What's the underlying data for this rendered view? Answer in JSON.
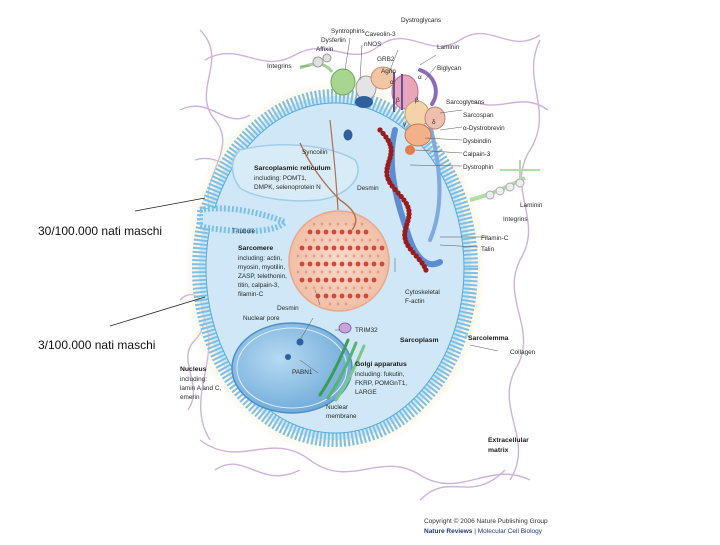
{
  "annotations": {
    "upper": "30/100.000 nati maschi",
    "lower": "3/100.000 nati maschi"
  },
  "labels": {
    "syntrophins": "Syntrophins",
    "dysferlin": "Dysferlin",
    "caveolin3": "Caveolin-3",
    "dystroglycans": "Dystroglycans",
    "affixin": "Affixin",
    "nnos": "nNOS",
    "laminin_top": "Laminin",
    "integrins_top": "Integrins",
    "grb2": "GRB2",
    "biglycan": "Biglycan",
    "agrin": "Agrin",
    "sarcoglycans": "Sarcoglycans",
    "sarcospan": "Sarcospan",
    "alpha_dystrobrevin": "α-Dystrobrevin",
    "dysbindin": "Dysbindin",
    "calpain3": "Calpain-3",
    "dystrophin": "Dystrophin",
    "syncoilin": "Syncoilin",
    "sr_title": "Sarcoplasmic reticulum",
    "sr_line1": "including: POMT1,",
    "sr_line2": "DMPK, selenoprotein N",
    "desmin_top": "Desmin",
    "laminin_right": "Laminin",
    "integrins_right": "Integrins",
    "ttubule": "T-tubule",
    "filaminc": "Filamin-C",
    "talin": "Talin",
    "sarcomere_title": "Sarcomere",
    "sarcomere_lines": [
      "including: actin,",
      "myosin, myotilin,",
      "ZASP, telethonin,",
      "titin, calpain-3,",
      "filamin-C"
    ],
    "cytoskeletal_1": "Cytoskeletal",
    "cytoskeletal_2": "F-actin",
    "desmin_mid": "Desmin",
    "nuclear_pore": "Nuclear pore",
    "trim32": "TRIM32",
    "sarcoplasm": "Sarcoplasm",
    "sarcolemma": "Sarcolemma",
    "collagen": "Collagen",
    "pabn1": "PABN1",
    "golgi_title": "Golgi apparatus",
    "golgi_lines": [
      "including: fukutin,",
      "FKRP, POMGnT1,",
      "LARGE"
    ],
    "nucleus_title": "Nucleus",
    "nucleus_lines": [
      "including:",
      "lamin A and C,",
      "emerin"
    ],
    "nuclear_membrane_1": "Nuclear",
    "nuclear_membrane_2": "membrane",
    "ecm_1": "Extracellular",
    "ecm_2": "matrix",
    "alpha": "α",
    "beta": "β",
    "gamma": "γ",
    "delta": "δ"
  },
  "credit": {
    "line1": "Copyright © 2006 Nature Publishing Group",
    "publisher": "Nature Reviews",
    "separator": " | ",
    "journal": "Molecular Cell Biology"
  },
  "colors": {
    "membrane": "#7cc0e6",
    "cytoplasm": "#cfe7f6",
    "glow": "#f6d59a",
    "collagen": "#cdb3d8",
    "sarcomere_dots": "#d0473a",
    "sarcomere_fill": "#f4c9b6",
    "nucleus": "#8fc0e4",
    "dystrophin": "#5b8dd0",
    "f_actin": "#9b1c1c"
  }
}
